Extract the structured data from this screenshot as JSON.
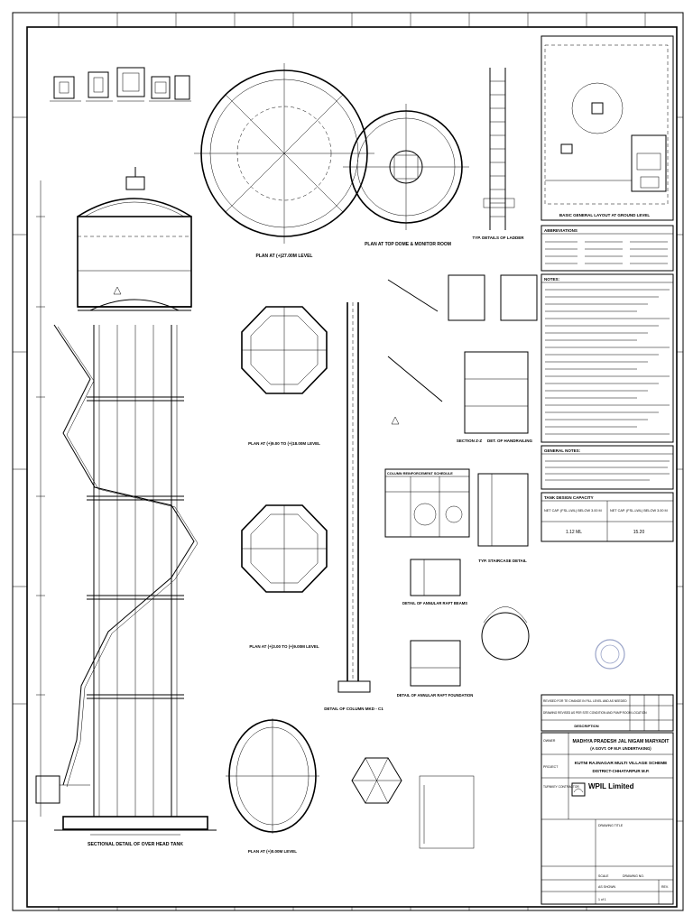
{
  "views": {
    "elevation_title": "SECTIONAL DETAIL OF OVER HEAD TANK",
    "top_dome_plan": "PLAN AT TOP DOME & MONITOR ROOM",
    "plan_level_1": "PLAN AT (+)27.00M LEVEL",
    "plan_level_2": "PLAN AT (+)9.00 TO (+)18.00M LEVEL",
    "plan_level_3": "PLAN AT (+)3.00 TO (+)9.00M LEVEL",
    "plan_level_4": "PLAN AT (+)0.00M LEVEL",
    "column_detail": "DETAIL OF COLUMN MKD - C1",
    "ladder_detail": "TYP. DETAILS OF LADDER",
    "ring_beam_detail": "DETAIL OF ANNULAR RAFT BEAMS",
    "raft_foundation": "DETAIL OF ANNULAR RAFT FOUNDATION",
    "section_zz": "SECTION Z-Z",
    "handrailing": "DET. OF HANDRAILING",
    "staircase_detail": "TYP. STAIRCASE DETAIL",
    "column_reinf_title": "COLUMN REINFORCEMENT SCHEDULE",
    "site_layout": "BASIC GENERAL LAYOUT AT GROUND LEVEL"
  },
  "legend_panel": {
    "title": "ABBREVIATIONS"
  },
  "notes_panel": {
    "title": "NOTES:"
  },
  "general_notes": {
    "title": "GENERAL NOTES:"
  },
  "capacity_table": {
    "title": "TANK DESIGN CAPACITY",
    "cells": [
      "NET CAP. (FSL-LWL) BELOW 3.00 M",
      "NET CAP. (FSL-LWL) BELOW 3.00 M",
      "1.12 ML",
      "15.20"
    ]
  },
  "revision_table": {
    "row_text": "REVISED FOR TE CHANGE IN FILL LEVEL AND AS NEEDED",
    "row_text_2": "DRAWING REVISED AS PER SITE CONDITION AND PUMP ROOM LOCATION",
    "header": "DESCRIPTION"
  },
  "title_block": {
    "owner_label": "OWNER",
    "owner_line1": "MADHYA PRADESH JAL NIGAM MARYADIT",
    "owner_line2": "(A GOVT. OF M.P. UNDERTAKING)",
    "project_label": "PROJECT",
    "project_line1": "KUTNI RAJNAGAR MULTI VILLAGE SCHEME",
    "project_line2": "DISTRICT-CHHATARPUR M.P.",
    "contractor_label": "TURNKEY CONTRACTOR",
    "company": "WPIL Limited",
    "drawing_title_label": "DRAWING TITLE",
    "scale_label": "SCALE",
    "scale": "AS SHOWN",
    "drawing_no_label": "DRAWING NO.",
    "sheet": "1 of 1",
    "rev_label": "REV."
  },
  "colors": {
    "ink": "#000000",
    "paper": "#ffffff",
    "seal": "#9aa4c8"
  }
}
